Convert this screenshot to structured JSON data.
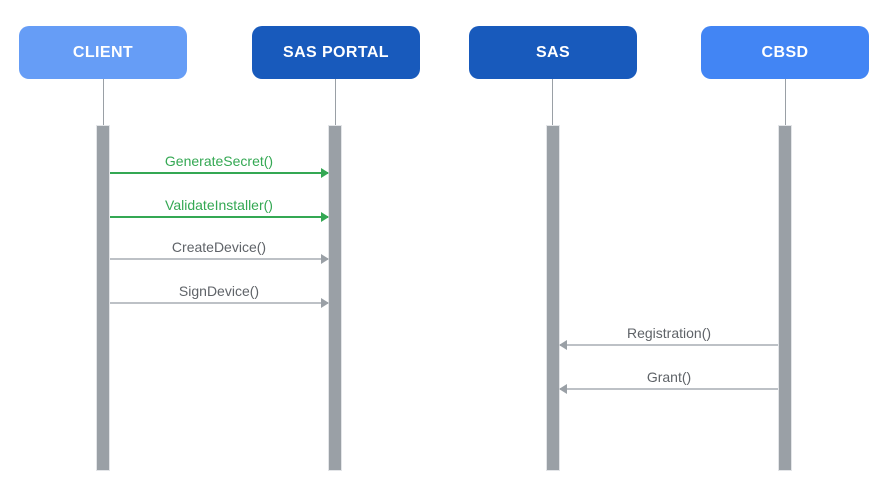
{
  "diagram": {
    "type": "sequence-diagram",
    "actors": [
      {
        "label": "CLIENT",
        "color": "#669DF6"
      },
      {
        "label": "SAS PORTAL",
        "color": "#185ABC"
      },
      {
        "label": "SAS",
        "color": "#185ABC"
      },
      {
        "label": "CBSD",
        "color": "#4285F4"
      }
    ],
    "messages": [
      {
        "label": "GenerateSecret()",
        "from": "CLIENT",
        "to": "SAS PORTAL",
        "direction": "right",
        "text_color": "#34A853",
        "line_color": "#34A853",
        "arrow_color": "#34A853"
      },
      {
        "label": "ValidateInstaller()",
        "from": "CLIENT",
        "to": "SAS PORTAL",
        "direction": "right",
        "text_color": "#34A853",
        "line_color": "#34A853",
        "arrow_color": "#34A853"
      },
      {
        "label": "CreateDevice()",
        "from": "CLIENT",
        "to": "SAS PORTAL",
        "direction": "right",
        "text_color": "#5F6368",
        "line_color": "#BDC1C6",
        "arrow_color": "#9AA0A6"
      },
      {
        "label": "SignDevice()",
        "from": "CLIENT",
        "to": "SAS PORTAL",
        "direction": "right",
        "text_color": "#5F6368",
        "line_color": "#BDC1C6",
        "arrow_color": "#9AA0A6"
      },
      {
        "label": "Registration()",
        "from": "CBSD",
        "to": "SAS",
        "direction": "left",
        "text_color": "#5F6368",
        "line_color": "#BDC1C6",
        "arrow_color": "#9AA0A6"
      },
      {
        "label": "Grant()",
        "from": "CBSD",
        "to": "SAS",
        "direction": "left",
        "text_color": "#5F6368",
        "line_color": "#BDC1C6",
        "arrow_color": "#9AA0A6"
      }
    ],
    "colors": {
      "background": "#FFFFFF",
      "activation_bar": "#9AA0A6",
      "lifeline_stem": "#9AA0A6",
      "highlight_green": "#34A853",
      "message_gray": "#5F6368"
    }
  }
}
